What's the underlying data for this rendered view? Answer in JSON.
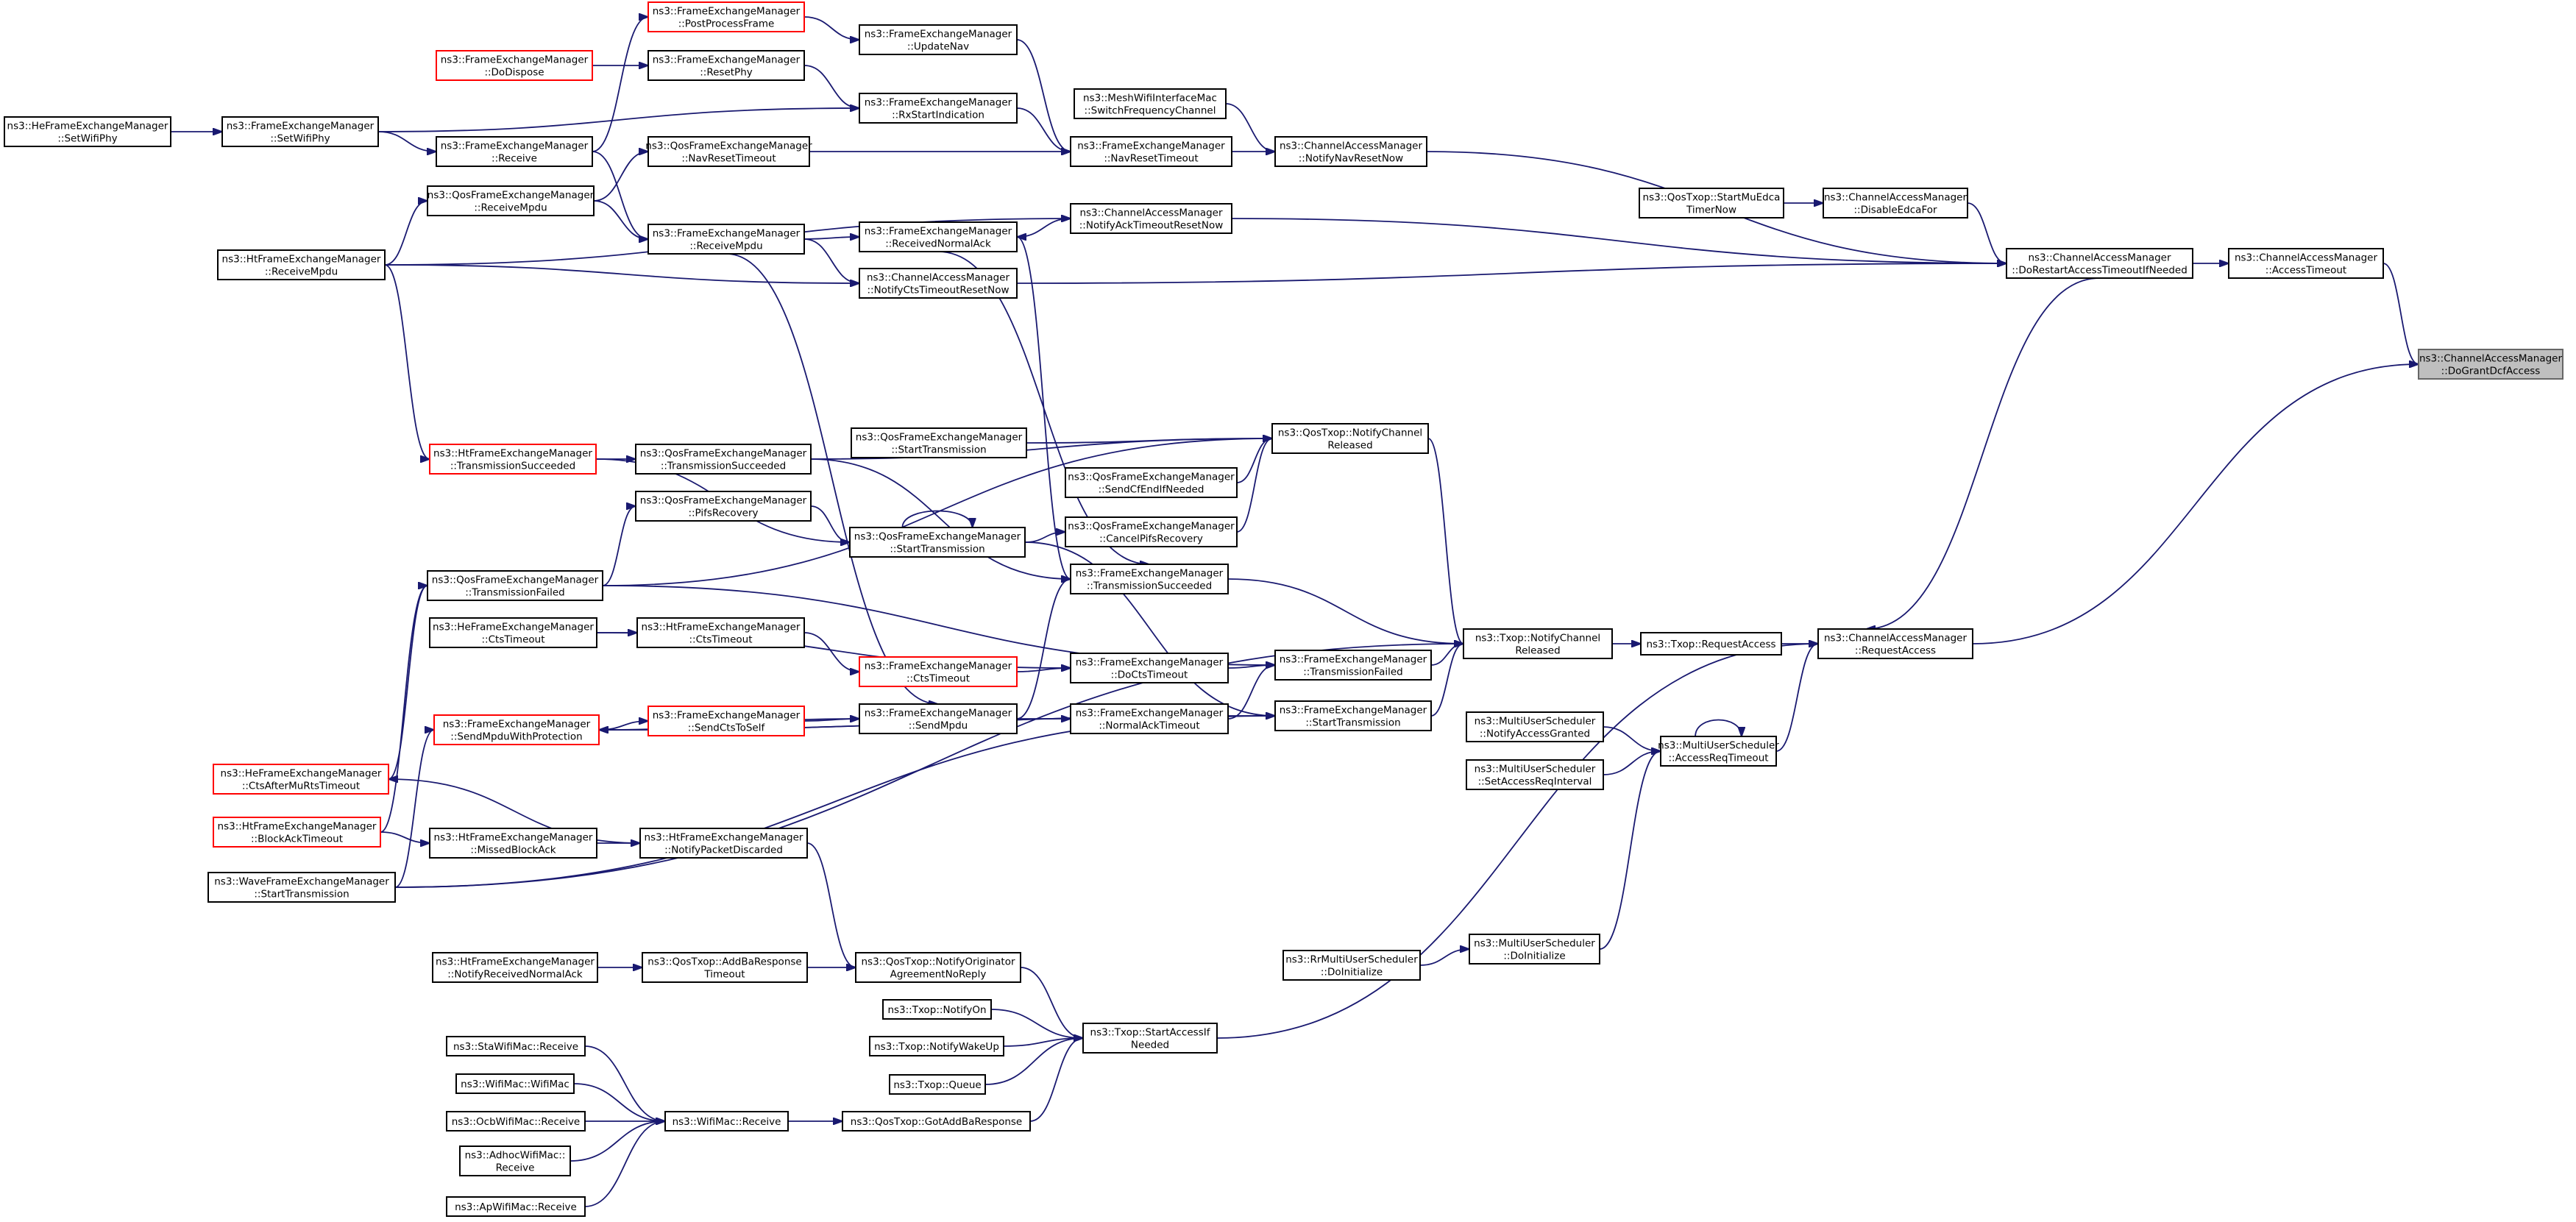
{
  "diagram": {
    "type": "call-graph",
    "colors": {
      "edge": "#191970",
      "node_border": "#000000",
      "missing_doc_border": "#ff0000",
      "focus_fill": "#bfbfbf"
    },
    "nodes": [
      {
        "id": "n0",
        "lines": [
          "ns3::ChannelAccessManager",
          "::DoGrantDcfAccess"
        ],
        "style": "focus"
      },
      {
        "id": "n1",
        "lines": [
          "ns3::ChannelAccessManager",
          "::AccessTimeout"
        ],
        "style": "normal"
      },
      {
        "id": "n2",
        "lines": [
          "ns3::ChannelAccessManager",
          "::DoRestartAccessTimeoutIfNeeded"
        ],
        "style": "normal"
      },
      {
        "id": "n3",
        "lines": [
          "ns3::ChannelAccessManager",
          "::RequestAccess"
        ],
        "style": "normal"
      },
      {
        "id": "n4",
        "lines": [
          "ns3::ChannelAccessManager",
          "::DisableEdcaFor"
        ],
        "style": "normal"
      },
      {
        "id": "n5",
        "lines": [
          "ns3::QosTxop::StartMuEdca",
          "TimerNow"
        ],
        "style": "normal"
      },
      {
        "id": "n6",
        "lines": [
          "ns3::ChannelAccessManager",
          "::NotifyNavResetNow"
        ],
        "style": "normal"
      },
      {
        "id": "n7",
        "lines": [
          "ns3::MeshWifiInterfaceMac",
          "::SwitchFrequencyChannel"
        ],
        "style": "normal"
      },
      {
        "id": "n8",
        "lines": [
          "ns3::FrameExchangeManager",
          "::NavResetTimeout"
        ],
        "style": "normal"
      },
      {
        "id": "n9",
        "lines": [
          "ns3::FrameExchangeManager",
          "::UpdateNav"
        ],
        "style": "normal"
      },
      {
        "id": "n10",
        "lines": [
          "ns3::FrameExchangeManager",
          "::RxStartIndication"
        ],
        "style": "normal"
      },
      {
        "id": "n11",
        "lines": [
          "ns3::FrameExchangeManager",
          "::PostProcessFrame"
        ],
        "style": "red"
      },
      {
        "id": "n12",
        "lines": [
          "ns3::FrameExchangeManager",
          "::ResetPhy"
        ],
        "style": "normal"
      },
      {
        "id": "n13",
        "lines": [
          "ns3::FrameExchangeManager",
          "::DoDispose"
        ],
        "style": "red"
      },
      {
        "id": "n14",
        "lines": [
          "ns3::FrameExchangeManager",
          "::Receive"
        ],
        "style": "normal"
      },
      {
        "id": "n15",
        "lines": [
          "ns3::FrameExchangeManager",
          "::SetWifiPhy"
        ],
        "style": "normal"
      },
      {
        "id": "n16",
        "lines": [
          "ns3::HeFrameExchangeManager",
          "::SetWifiPhy"
        ],
        "style": "normal"
      },
      {
        "id": "n17",
        "lines": [
          "ns3::QosFrameExchangeManager",
          "::NavResetTimeout"
        ],
        "style": "normal"
      },
      {
        "id": "n18",
        "lines": [
          "ns3::ChannelAccessManager",
          "::NotifyAckTimeoutResetNow"
        ],
        "style": "normal"
      },
      {
        "id": "n19",
        "lines": [
          "ns3::FrameExchangeManager",
          "::ReceivedNormalAck"
        ],
        "style": "normal"
      },
      {
        "id": "n20",
        "lines": [
          "ns3::FrameExchangeManager",
          "::ReceiveMpdu"
        ],
        "style": "normal"
      },
      {
        "id": "n21",
        "lines": [
          "ns3::QosFrameExchangeManager",
          "::ReceiveMpdu"
        ],
        "style": "normal"
      },
      {
        "id": "n22",
        "lines": [
          "ns3::HtFrameExchangeManager",
          "::ReceiveMpdu"
        ],
        "style": "normal"
      },
      {
        "id": "n23",
        "lines": [
          "ns3::ChannelAccessManager",
          "::NotifyCtsTimeoutResetNow"
        ],
        "style": "normal"
      },
      {
        "id": "n24",
        "lines": [
          "ns3::QosTxop::NotifyChannel",
          "Released"
        ],
        "style": "normal"
      },
      {
        "id": "n25",
        "lines": [
          "ns3::QosFrameExchangeManager",
          "::StartTransmission"
        ],
        "style": "normal"
      },
      {
        "id": "n26",
        "lines": [
          "ns3::QosFrameExchangeManager",
          "::SendCfEndIfNeeded"
        ],
        "style": "normal"
      },
      {
        "id": "n27",
        "lines": [
          "ns3::QosFrameExchangeManager",
          "::TransmissionSucceeded"
        ],
        "style": "normal"
      },
      {
        "id": "n28",
        "lines": [
          "ns3::HtFrameExchangeManager",
          "::TransmissionSucceeded"
        ],
        "style": "red"
      },
      {
        "id": "n29",
        "lines": [
          "ns3::QosFrameExchangeManager",
          "::PifsRecovery"
        ],
        "style": "normal"
      },
      {
        "id": "n30",
        "lines": [
          "ns3::QosFrameExchangeManager",
          "::StartTransmission"
        ],
        "style": "normal"
      },
      {
        "id": "n31",
        "lines": [
          "ns3::QosFrameExchangeManager",
          "::CancelPifsRecovery"
        ],
        "style": "normal"
      },
      {
        "id": "n32",
        "lines": [
          "ns3::FrameExchangeManager",
          "::TransmissionSucceeded"
        ],
        "style": "normal"
      },
      {
        "id": "n33",
        "lines": [
          "ns3::QosFrameExchangeManager",
          "::TransmissionFailed"
        ],
        "style": "normal"
      },
      {
        "id": "n34",
        "lines": [
          "ns3::Txop::NotifyChannel",
          "Released"
        ],
        "style": "normal"
      },
      {
        "id": "n35",
        "lines": [
          "ns3::Txop::RequestAccess"
        ],
        "style": "normal"
      },
      {
        "id": "n36",
        "lines": [
          "ns3::FrameExchangeManager",
          "::TransmissionFailed"
        ],
        "style": "normal"
      },
      {
        "id": "n37",
        "lines": [
          "ns3::FrameExchangeManager",
          "::DoCtsTimeout"
        ],
        "style": "normal"
      },
      {
        "id": "n38",
        "lines": [
          "ns3::FrameExchangeManager",
          "::CtsTimeout"
        ],
        "style": "red"
      },
      {
        "id": "n39",
        "lines": [
          "ns3::HtFrameExchangeManager",
          "::CtsTimeout"
        ],
        "style": "normal"
      },
      {
        "id": "n40",
        "lines": [
          "ns3::HeFrameExchangeManager",
          "::CtsTimeout"
        ],
        "style": "normal"
      },
      {
        "id": "n41",
        "lines": [
          "ns3::FrameExchangeManager",
          "::StartTransmission"
        ],
        "style": "normal"
      },
      {
        "id": "n42",
        "lines": [
          "ns3::FrameExchangeManager",
          "::NormalAckTimeout"
        ],
        "style": "normal"
      },
      {
        "id": "n43",
        "lines": [
          "ns3::FrameExchangeManager",
          "::SendMpdu"
        ],
        "style": "normal"
      },
      {
        "id": "n44",
        "lines": [
          "ns3::FrameExchangeManager",
          "::SendCtsToSelf"
        ],
        "style": "red"
      },
      {
        "id": "n45",
        "lines": [
          "ns3::FrameExchangeManager",
          "::SendMpduWithProtection"
        ],
        "style": "red"
      },
      {
        "id": "n46",
        "lines": [
          "ns3::HeFrameExchangeManager",
          "::CtsAfterMuRtsTimeout"
        ],
        "style": "red"
      },
      {
        "id": "n47",
        "lines": [
          "ns3::HtFrameExchangeManager",
          "::BlockAckTimeout"
        ],
        "style": "red"
      },
      {
        "id": "n48",
        "lines": [
          "ns3::HtFrameExchangeManager",
          "::MissedBlockAck"
        ],
        "style": "normal"
      },
      {
        "id": "n49",
        "lines": [
          "ns3::HtFrameExchangeManager",
          "::NotifyPacketDiscarded"
        ],
        "style": "normal"
      },
      {
        "id": "n50",
        "lines": [
          "ns3::WaveFrameExchangeManager",
          "::StartTransmission"
        ],
        "style": "normal"
      },
      {
        "id": "n51",
        "lines": [
          "ns3::MultiUserScheduler",
          "::AccessReqTimeout"
        ],
        "style": "normal"
      },
      {
        "id": "n52",
        "lines": [
          "ns3::MultiUserScheduler",
          "::NotifyAccessGranted"
        ],
        "style": "normal"
      },
      {
        "id": "n53",
        "lines": [
          "ns3::MultiUserScheduler",
          "::SetAccessReqInterval"
        ],
        "style": "normal"
      },
      {
        "id": "n54",
        "lines": [
          "ns3::MultiUserScheduler",
          "::DoInitialize"
        ],
        "style": "normal"
      },
      {
        "id": "n55",
        "lines": [
          "ns3::RrMultiUserScheduler",
          "::DoInitialize"
        ],
        "style": "normal"
      },
      {
        "id": "n56",
        "lines": [
          "ns3::Txop::StartAccessIf",
          "Needed"
        ],
        "style": "normal"
      },
      {
        "id": "n57",
        "lines": [
          "ns3::QosTxop::NotifyOriginator",
          "AgreementNoReply"
        ],
        "style": "normal"
      },
      {
        "id": "n58",
        "lines": [
          "ns3::QosTxop::AddBaResponse",
          "Timeout"
        ],
        "style": "normal"
      },
      {
        "id": "n59",
        "lines": [
          "ns3::HtFrameExchangeManager",
          "::NotifyReceivedNormalAck"
        ],
        "style": "normal"
      },
      {
        "id": "n60",
        "lines": [
          "ns3::Txop::NotifyOn"
        ],
        "style": "normal"
      },
      {
        "id": "n61",
        "lines": [
          "ns3::Txop::NotifyWakeUp"
        ],
        "style": "normal"
      },
      {
        "id": "n62",
        "lines": [
          "ns3::Txop::Queue"
        ],
        "style": "normal"
      },
      {
        "id": "n63",
        "lines": [
          "ns3::QosTxop::GotAddBaResponse"
        ],
        "style": "normal"
      },
      {
        "id": "n64",
        "lines": [
          "ns3::WifiMac::Receive"
        ],
        "style": "normal"
      },
      {
        "id": "n65",
        "lines": [
          "ns3::StaWifiMac::Receive"
        ],
        "style": "normal"
      },
      {
        "id": "n66",
        "lines": [
          "ns3::WifiMac::WifiMac"
        ],
        "style": "normal"
      },
      {
        "id": "n67",
        "lines": [
          "ns3::OcbWifiMac::Receive"
        ],
        "style": "normal"
      },
      {
        "id": "n68",
        "lines": [
          "ns3::AdhocWifiMac::",
          "Receive"
        ],
        "style": "normal"
      },
      {
        "id": "n69",
        "lines": [
          "ns3::ApWifiMac::Receive"
        ],
        "style": "normal"
      }
    ]
  }
}
